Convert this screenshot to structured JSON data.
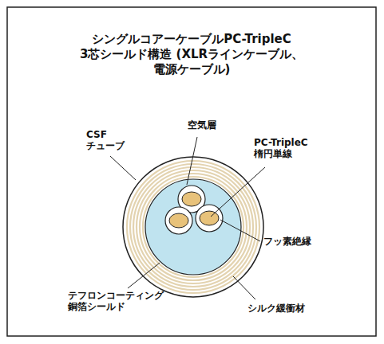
{
  "diagram": {
    "title": "シングルコアーケーブルPC-TripleC 3芯シールド構造 (XLRラインケーブル、電源ケーブル)",
    "labels": [
      "空気層",
      "CSF チューブ",
      "PC-TripleC 楕円単線",
      "フッ素絶縁",
      "テフロンコーティング 銅箔シールド",
      "シルク緩衝材"
    ]
  }
}
